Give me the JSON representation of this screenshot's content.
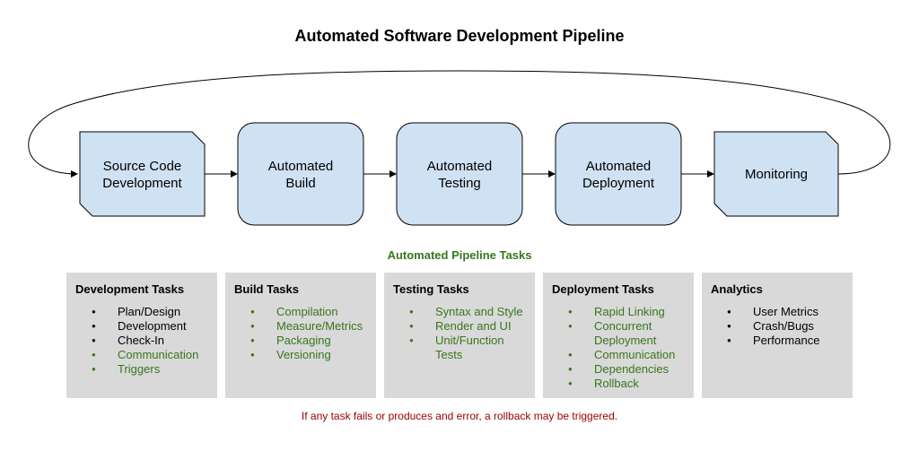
{
  "title": "Automated Software Development Pipeline",
  "colors": {
    "node_fill": "#cfe2f3",
    "task_box_fill": "#d9d9d9",
    "highlight_green": "#38761d",
    "warning_red": "#990000"
  },
  "pipeline": {
    "stages": [
      {
        "id": "source-code-development",
        "lines": [
          "Source Code",
          "Development"
        ],
        "shape": "snipped-corner"
      },
      {
        "id": "automated-build",
        "lines": [
          "Automated",
          "Build"
        ],
        "shape": "rounded"
      },
      {
        "id": "automated-testing",
        "lines": [
          "Automated",
          "Testing"
        ],
        "shape": "rounded"
      },
      {
        "id": "automated-deployment",
        "lines": [
          "Automated",
          "Deployment"
        ],
        "shape": "rounded"
      },
      {
        "id": "monitoring",
        "lines": [
          "Monitoring"
        ],
        "shape": "snipped-corner"
      }
    ],
    "edges": [
      {
        "from": "source-code-development",
        "to": "automated-build"
      },
      {
        "from": "automated-build",
        "to": "automated-testing"
      },
      {
        "from": "automated-testing",
        "to": "automated-deployment"
      },
      {
        "from": "automated-deployment",
        "to": "monitoring"
      },
      {
        "from": "monitoring",
        "to": "source-code-development",
        "type": "feedback-loop"
      }
    ]
  },
  "tasks_heading": "Automated Pipeline Tasks",
  "task_groups": [
    {
      "title": "Development Tasks",
      "items": [
        {
          "text": "Plan/Design",
          "color": "black"
        },
        {
          "text": "Development",
          "color": "black"
        },
        {
          "text": "Check-In",
          "color": "black"
        },
        {
          "text": "Communication",
          "color": "green"
        },
        {
          "text": "Triggers",
          "color": "green"
        }
      ]
    },
    {
      "title": "Build Tasks",
      "items": [
        {
          "text": "Compilation",
          "color": "green"
        },
        {
          "text": "Measure/Metrics",
          "color": "green"
        },
        {
          "text": "Packaging",
          "color": "green"
        },
        {
          "text": "Versioning",
          "color": "green"
        }
      ]
    },
    {
      "title": "Testing Tasks",
      "items": [
        {
          "text": "Syntax and Style",
          "color": "green"
        },
        {
          "text": "Render and UI",
          "color": "green"
        },
        {
          "text": "Unit/Function Tests",
          "color": "green"
        }
      ]
    },
    {
      "title": "Deployment Tasks",
      "items": [
        {
          "text": "Rapid Linking",
          "color": "green"
        },
        {
          "text": "Concurrent Deployment",
          "color": "green"
        },
        {
          "text": "Communication",
          "color": "green"
        },
        {
          "text": "Dependencies",
          "color": "green"
        },
        {
          "text": "Rollback",
          "color": "green"
        }
      ]
    },
    {
      "title": "Analytics",
      "items": [
        {
          "text": "User Metrics",
          "color": "black"
        },
        {
          "text": "Crash/Bugs",
          "color": "black"
        },
        {
          "text": "Performance",
          "color": "black"
        }
      ]
    }
  ],
  "footer_note": "If any task fails or produces and error, a rollback may be triggered."
}
